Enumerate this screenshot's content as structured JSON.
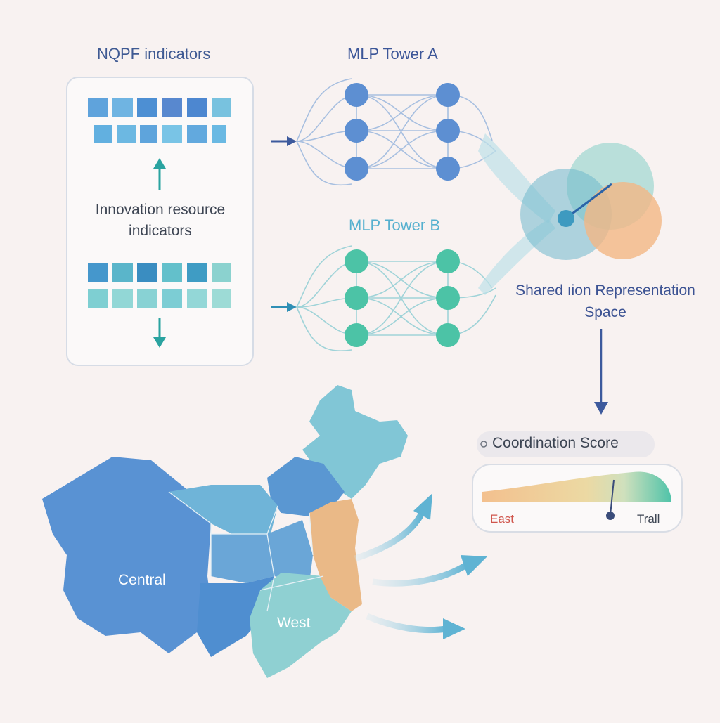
{
  "labels": {
    "nqpf": "NQPF indicators",
    "tower_a": "MLP Tower A",
    "tower_b": "MLP Tower B",
    "innovation": "Innovation resource indicators",
    "shared": "Shared ıion Representation Space",
    "coordination": "Coordination Score",
    "east": "East",
    "trall": "Trall",
    "central": "Central",
    "west": "West"
  },
  "colors": {
    "tower_a_node": "#5d8fd2",
    "tower_b_node": "#4cc3a6",
    "arrow": "#3d5a9d",
    "circle_teal": "#7cc1d0",
    "circle_green": "#8fd2cc",
    "circle_orange": "#f2b684",
    "region_east": "#eab987"
  },
  "icons": {
    "up_arrow": "up-arrow-icon",
    "down_arrow": "down-arrow-icon",
    "input_arrow": "right-arrow-icon",
    "score_dot": "target-dot-icon"
  }
}
